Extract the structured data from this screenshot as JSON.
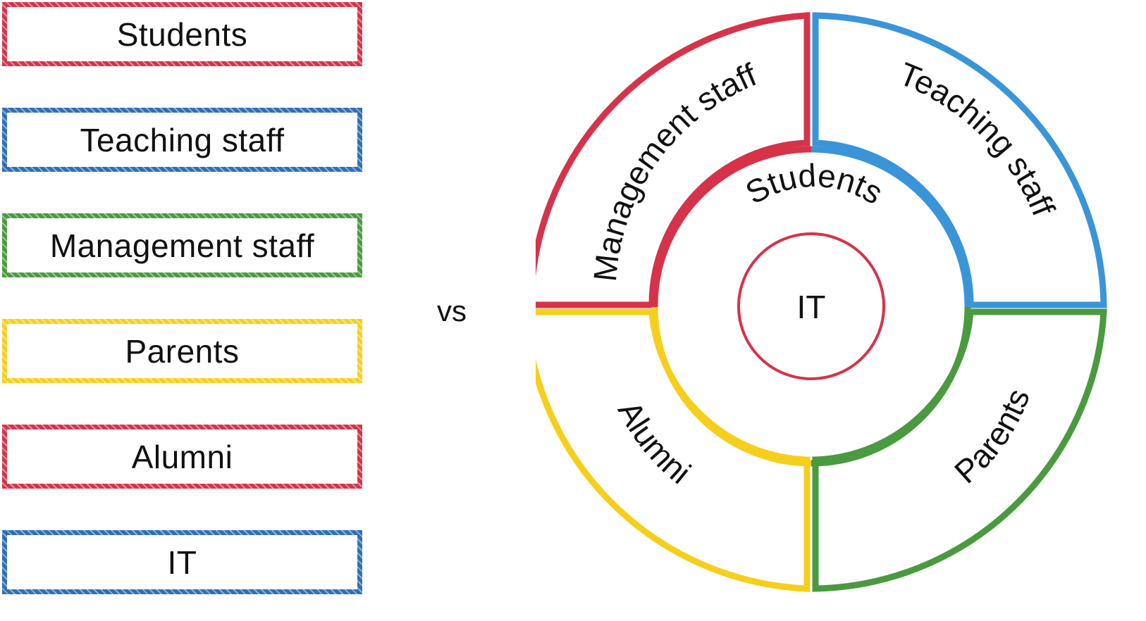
{
  "list": {
    "items": [
      {
        "label": "Students",
        "color": "#d6334a"
      },
      {
        "label": "Teaching staff",
        "color": "#2f6fb5"
      },
      {
        "label": "Management staff",
        "color": "#4a9a3f"
      },
      {
        "label": "Parents",
        "color": "#f6cf1d"
      },
      {
        "label": "Alumni",
        "color": "#d6334a"
      },
      {
        "label": "IT",
        "color": "#2f6fb5"
      }
    ]
  },
  "vs_label": "vs",
  "diagram": {
    "center": {
      "label": "IT",
      "color": "#d6334a"
    },
    "inner": {
      "label": "Students"
    },
    "segments": [
      {
        "label": "Management staff",
        "color": "#d6334a"
      },
      {
        "label": "Teaching staff",
        "color": "#3a95d8"
      },
      {
        "label": "Parents",
        "color": "#4a9a3f"
      },
      {
        "label": "Alumni",
        "color": "#f6cf1d"
      }
    ]
  }
}
